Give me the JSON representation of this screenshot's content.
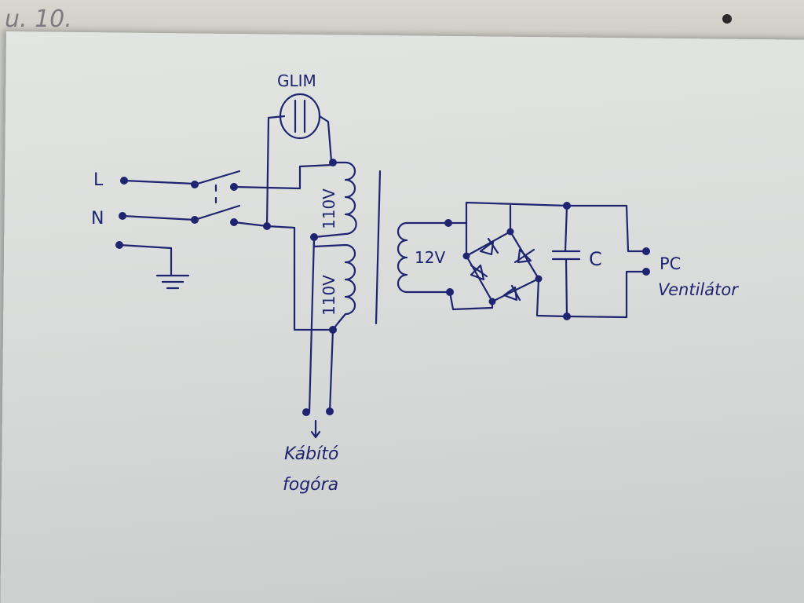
{
  "header": {
    "page_number": "u. 10."
  },
  "labels": {
    "glim": "GLIM",
    "line": "L",
    "neutral": "N",
    "primary_upper": "110V",
    "primary_lower": "110V",
    "secondary": "12V",
    "capacitor": "C",
    "output_line1": "PC",
    "output_line2": "Ventilátor",
    "tap_line1": "Kábító",
    "tap_line2": "fogóra"
  },
  "colors": {
    "ink": "#1f2470",
    "paper": "#dfe1df"
  }
}
